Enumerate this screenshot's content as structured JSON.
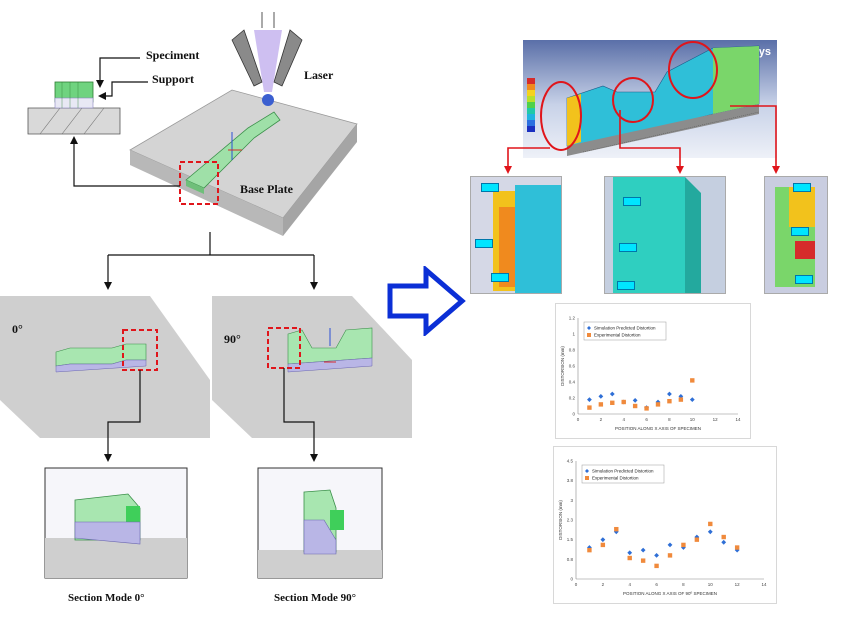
{
  "labels": {
    "speciment": "Speciment",
    "support": "Support",
    "laser": "Laser",
    "base_plate": "Base Plate",
    "angle_0": "0°",
    "angle_90": "90°",
    "section_0": "Section Mode 0°",
    "section_90": "Section Mode 90°",
    "ansys_logo": "Ansys"
  },
  "colors": {
    "arrow_blue": "#0b2fd6",
    "red_box": "#e0151b",
    "specimen_green": "#7fd99a",
    "plate_gray": "#cfcfcf",
    "series_blue": "#2f6fd6",
    "series_orange": "#f08a3c"
  },
  "chart_data": [
    {
      "type": "scatter",
      "title": "",
      "xlabel": "POSITION ALONG X AXIS OF SPECIMEN",
      "ylabel": "DISTORSION (mm)",
      "xlim": [
        0,
        14
      ],
      "ylim": [
        0,
        1.2
      ],
      "series": [
        {
          "name": "Simulation Predicted Distortion",
          "color": "#2f6fd6",
          "x": [
            1,
            2,
            3,
            4,
            5,
            6,
            7,
            8,
            9,
            10
          ],
          "y": [
            0.18,
            0.22,
            0.25,
            0.15,
            0.17,
            0.08,
            0.15,
            0.25,
            0.22,
            0.18
          ]
        },
        {
          "name": "Experimental Distortion",
          "color": "#f08a3c",
          "x": [
            1,
            2,
            3,
            4,
            5,
            6,
            7,
            8,
            9,
            10
          ],
          "y": [
            0.08,
            0.12,
            0.14,
            0.15,
            0.1,
            0.07,
            0.12,
            0.16,
            0.18,
            0.42
          ]
        }
      ]
    },
    {
      "type": "scatter",
      "title": "",
      "xlabel": "POSITION ALONG X AXIS OF 90º SPECIMEN",
      "ylabel": "DISTORSION (mm)",
      "xlim": [
        0,
        14
      ],
      "ylim": [
        0,
        4.5
      ],
      "series": [
        {
          "name": "Simulation Predicted Distortion",
          "color": "#2f6fd6",
          "x": [
            1,
            2,
            3,
            4,
            5,
            6,
            7,
            8,
            9,
            10,
            11,
            12
          ],
          "y": [
            1.2,
            1.5,
            1.8,
            1.0,
            1.1,
            0.9,
            1.3,
            1.2,
            1.6,
            1.8,
            1.4,
            1.1
          ]
        },
        {
          "name": "Experimental Distortion",
          "color": "#f08a3c",
          "x": [
            1,
            2,
            3,
            4,
            5,
            6,
            7,
            8,
            9,
            10,
            11,
            12
          ],
          "y": [
            1.1,
            1.3,
            1.9,
            0.8,
            0.7,
            0.5,
            0.9,
            1.3,
            1.5,
            2.1,
            1.6,
            1.2
          ]
        }
      ]
    }
  ]
}
